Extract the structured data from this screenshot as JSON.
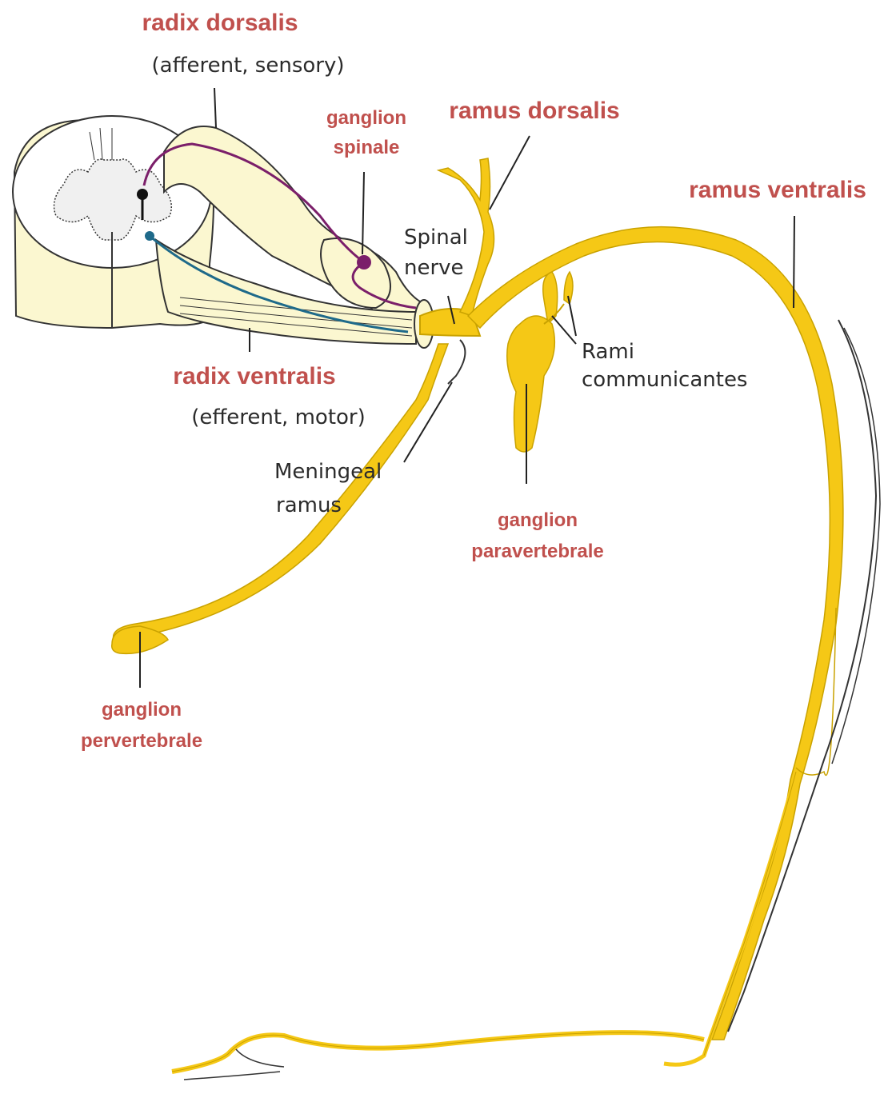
{
  "labels": {
    "radix_dorsalis": "radix dorsalis",
    "radix_dorsalis_sub": "(afferent, sensory)",
    "ganglion_spinale_1": "ganglion",
    "ganglion_spinale_2": "spinale",
    "ramus_dorsalis": "ramus dorsalis",
    "ramus_ventralis": "ramus ventralis",
    "spinal_nerve_1": "Spinal",
    "spinal_nerve_2": "nerve",
    "rami_comm_1": "Rami",
    "rami_comm_2": "communicantes",
    "radix_ventralis": "radix ventralis",
    "radix_ventralis_sub": "(efferent, motor)",
    "meningeal_1": "Meningeal",
    "meningeal_2": "ramus",
    "ganglion_paravertebrale_1": "ganglion",
    "ganglion_paravertebrale_2": "paravertebrale",
    "ganglion_pervertebrale_1": "ganglion",
    "ganglion_pervertebrale_2": "pervertebrale"
  },
  "colors": {
    "nerve_fill": "#f5c816",
    "nerve_stroke": "#c9a200",
    "root_fill": "#fbf7d0",
    "sensory": "#7b1f6a",
    "motor": "#1f6a8a",
    "label_red": "#c0504d"
  }
}
